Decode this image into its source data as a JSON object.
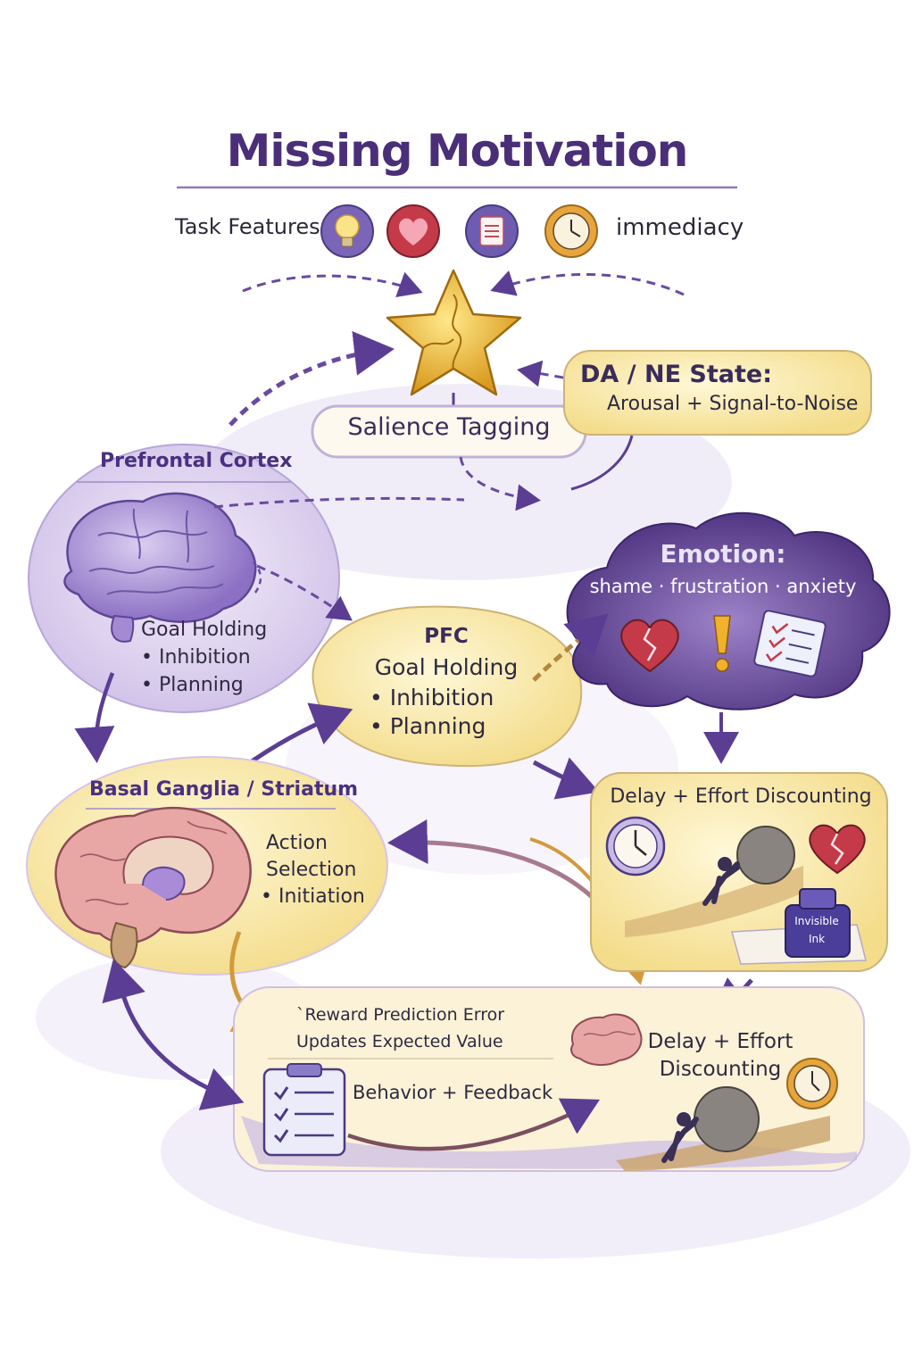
{
  "title": "Missing Motivation",
  "task_features": {
    "label": "Task Features",
    "immediacy": "immediacy"
  },
  "salience": {
    "label": "Salience Tagging"
  },
  "dane": {
    "title": "DA / NE State:",
    "subtitle": "Arousal + Signal-to-Noise"
  },
  "prefrontal": {
    "area": "Prefrontal Cortex",
    "item1": "Goal Holding",
    "item2": "• Inhibition",
    "item3": "• Planning"
  },
  "pfc_box": {
    "head": "PFC",
    "sub": "Goal Holding",
    "item1": "• Inhibition",
    "item2": "• Planning"
  },
  "emotion": {
    "title": "Emotion:",
    "subtitle": "shame · frustration · anxiety"
  },
  "basal": {
    "area": "Basal Ganglia / Striatum",
    "item1": "Action",
    "item2": "Selection",
    "item3": "• Initiation"
  },
  "discount_top": {
    "label": "Delay + Effort Discounting",
    "ink_label": "Invisible Ink"
  },
  "feedback": {
    "rpe1": "`Reward Prediction Error",
    "rpe2": "Updates Expected Value",
    "behavior": "Behavior + Feedback"
  },
  "discount_bottom": {
    "label": "Delay + Effort Discounting"
  },
  "colors": {
    "purple": "#4a2f78",
    "accent": "#6a4aa0",
    "gold": "#f2c94a",
    "cream": "#fbf1cf",
    "lavender": "#d9cdee"
  },
  "icons": [
    "lightbulb-icon",
    "heart-icon",
    "clipboard-icon",
    "clock-icon",
    "star-puzzle-icon",
    "brain-icon",
    "broken-heart-icon",
    "exclamation-icon",
    "checklist-icon",
    "boulder-pusher-icon",
    "ink-bottle-icon"
  ]
}
